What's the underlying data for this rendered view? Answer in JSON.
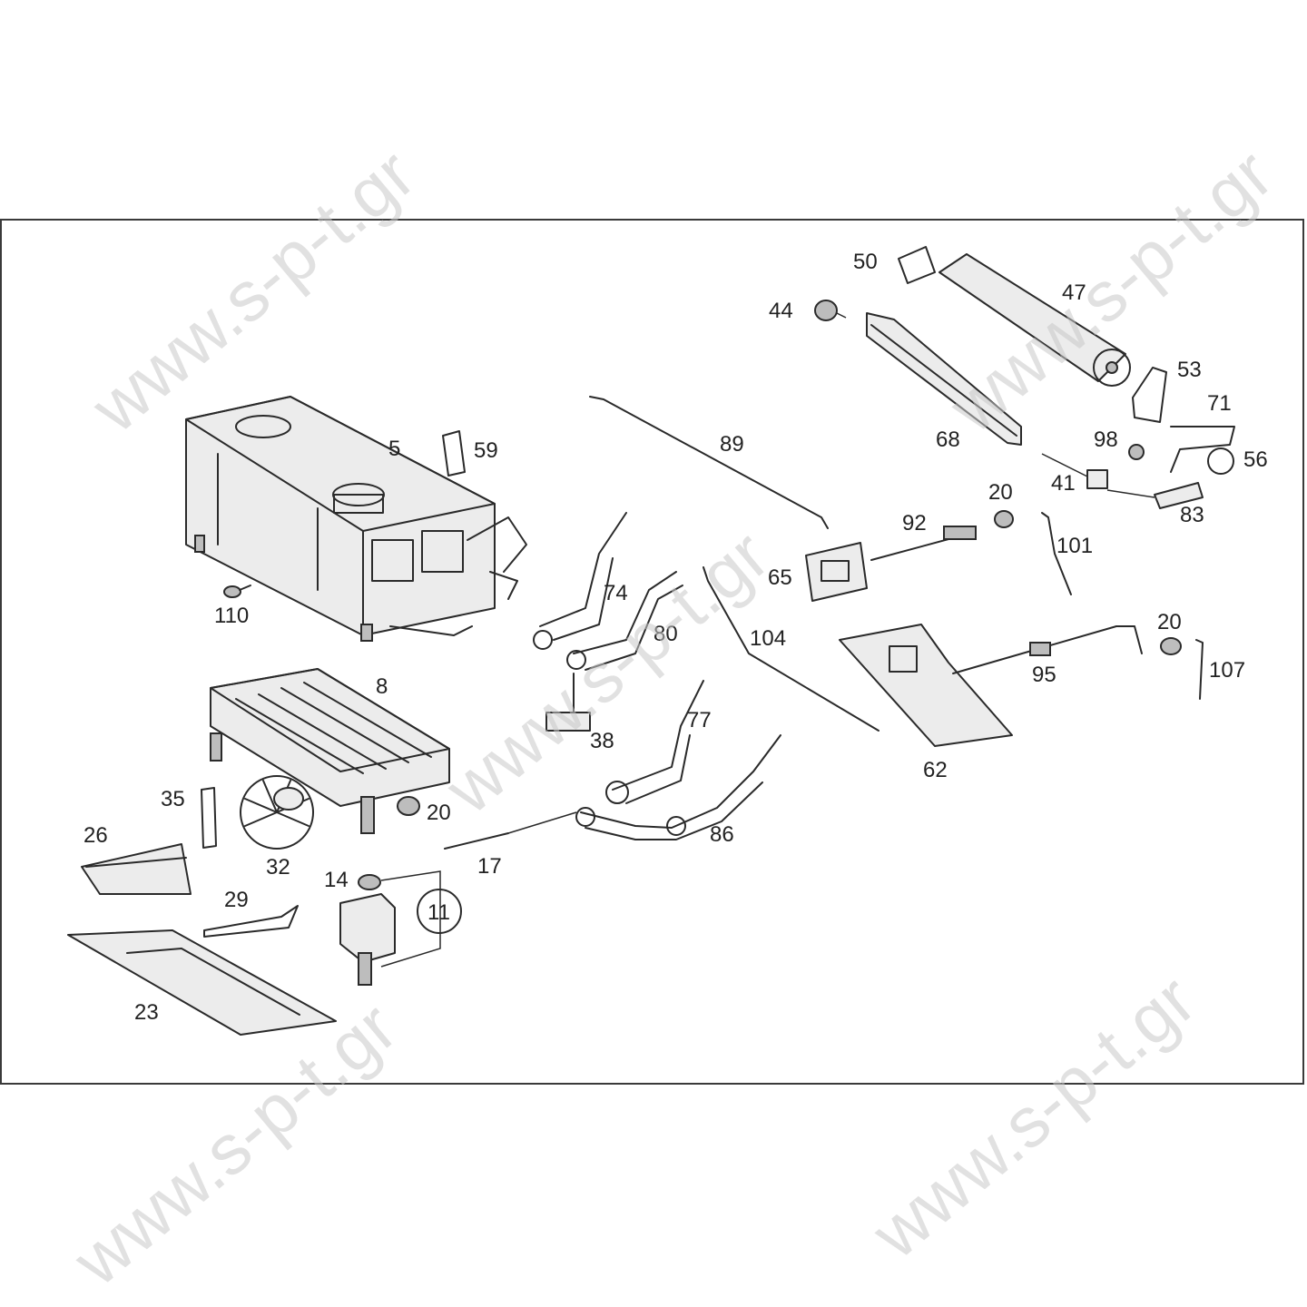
{
  "watermark": {
    "text": "www.s-p-t.gr"
  },
  "callouts": [
    {
      "id": "5",
      "label": "5"
    },
    {
      "id": "8",
      "label": "8"
    },
    {
      "id": "11",
      "label": "11"
    },
    {
      "id": "14",
      "label": "14"
    },
    {
      "id": "17",
      "label": "17"
    },
    {
      "id": "20a",
      "label": "20"
    },
    {
      "id": "20b",
      "label": "20"
    },
    {
      "id": "20c",
      "label": "20"
    },
    {
      "id": "23",
      "label": "23"
    },
    {
      "id": "26",
      "label": "26"
    },
    {
      "id": "29",
      "label": "29"
    },
    {
      "id": "32",
      "label": "32"
    },
    {
      "id": "35",
      "label": "35"
    },
    {
      "id": "38",
      "label": "38"
    },
    {
      "id": "41",
      "label": "41"
    },
    {
      "id": "44",
      "label": "44"
    },
    {
      "id": "47",
      "label": "47"
    },
    {
      "id": "50",
      "label": "50"
    },
    {
      "id": "53",
      "label": "53"
    },
    {
      "id": "56",
      "label": "56"
    },
    {
      "id": "59",
      "label": "59"
    },
    {
      "id": "62",
      "label": "62"
    },
    {
      "id": "65",
      "label": "65"
    },
    {
      "id": "68",
      "label": "68"
    },
    {
      "id": "71",
      "label": "71"
    },
    {
      "id": "74",
      "label": "74"
    },
    {
      "id": "77",
      "label": "77"
    },
    {
      "id": "80",
      "label": "80"
    },
    {
      "id": "83",
      "label": "83"
    },
    {
      "id": "86",
      "label": "86"
    },
    {
      "id": "89",
      "label": "89"
    },
    {
      "id": "92",
      "label": "92"
    },
    {
      "id": "95",
      "label": "95"
    },
    {
      "id": "98",
      "label": "98"
    },
    {
      "id": "101",
      "label": "101"
    },
    {
      "id": "104",
      "label": "104"
    },
    {
      "id": "107",
      "label": "107"
    },
    {
      "id": "110",
      "label": "110"
    }
  ]
}
